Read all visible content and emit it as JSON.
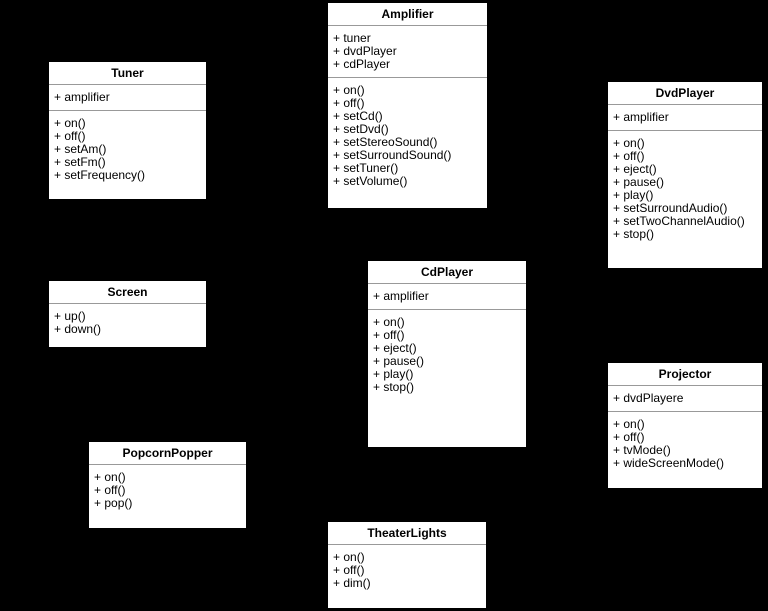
{
  "diagram": {
    "kind": "uml-class-diagram",
    "background_color": "#000000",
    "box_fill_color": "#ffffff",
    "box_border_color": "#000000",
    "divider_color": "#999999",
    "text_color": "#000000",
    "classes": [
      {
        "name": "Tuner",
        "attributes": [
          "+ amplifier"
        ],
        "methods": [
          "+ on()",
          "+ off()",
          "+ setAm()",
          "+ setFm()",
          "+ setFrequency()"
        ]
      },
      {
        "name": "Amplifier",
        "attributes": [
          "+ tuner",
          "+ dvdPlayer",
          "+ cdPlayer"
        ],
        "methods": [
          "+ on()",
          "+ off()",
          "+ setCd()",
          "+ setDvd()",
          "+ setStereoSound()",
          "+ setSurroundSound()",
          "+ setTuner()",
          "+ setVolume()"
        ]
      },
      {
        "name": "DvdPlayer",
        "attributes": [
          "+ amplifier"
        ],
        "methods": [
          "+ on()",
          "+ off()",
          "+ eject()",
          "+ pause()",
          "+ play()",
          "+ setSurroundAudio()",
          "+ setTwoChannelAudio()",
          "+ stop()"
        ]
      },
      {
        "name": "Screen",
        "attributes": [],
        "methods": [
          "+ up()",
          "+ down()"
        ]
      },
      {
        "name": "CdPlayer",
        "attributes": [
          "+ amplifier"
        ],
        "methods": [
          "+ on()",
          "+ off()",
          "+ eject()",
          "+ pause()",
          "+ play()",
          "+ stop()"
        ]
      },
      {
        "name": "Projector",
        "attributes": [
          "+ dvdPlayere"
        ],
        "methods": [
          "+ on()",
          "+ off()",
          "+ tvMode()",
          "+ wideScreenMode()"
        ]
      },
      {
        "name": "PopcornPopper",
        "attributes": [],
        "methods": [
          "+ on()",
          "+ off()",
          "+ pop()"
        ]
      },
      {
        "name": "TheaterLights",
        "attributes": [],
        "methods": [
          "+ on()",
          "+ off()",
          "+ dim()"
        ]
      }
    ]
  }
}
